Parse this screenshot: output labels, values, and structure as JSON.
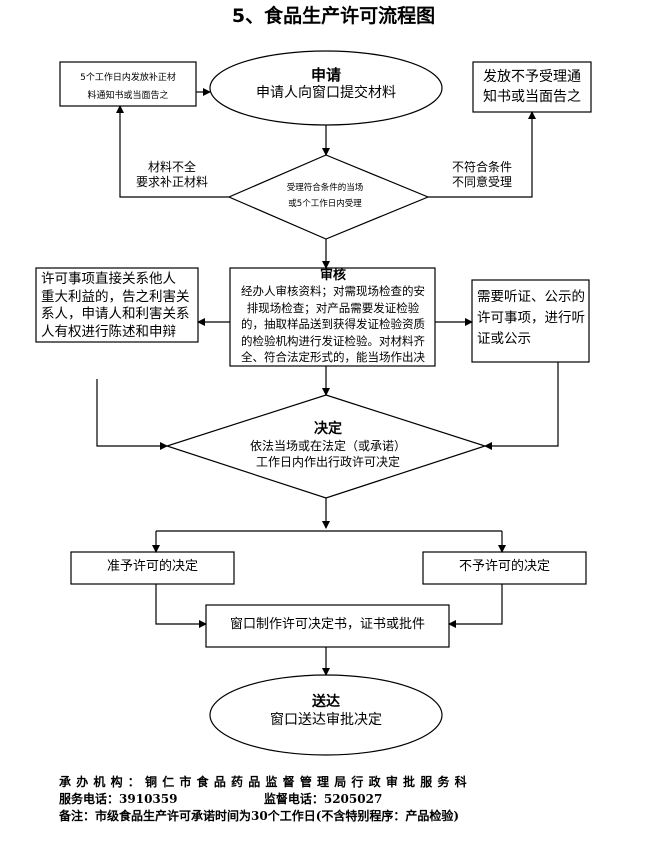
{
  "title": "5、食品生产许可流程图",
  "nodes": {
    "apply": {
      "heading": "申请",
      "text": "申请人向窗口提交材料"
    },
    "supplement_notice": {
      "lines": [
        "5个工作日内发放补正材",
        "料通知书或当面告之"
      ]
    },
    "reject_notice": {
      "lines": [
        "发放不予受理通",
        "知书或当面告之"
      ]
    },
    "accept": {
      "lines": [
        "受理符合条件的当场",
        "或5个工作日内受理"
      ]
    },
    "review": {
      "heading": "审核",
      "lines": [
        "经办人审核资料；对需现场检查的安",
        "排现场检查；对产品需要发证检验",
        "的，抽取样品送到获得发证检验资质",
        "的检验机构进行发证检验。对材料齐",
        "全、符合法定形式的，能当场作出决"
      ]
    },
    "notify_interested": {
      "lines": [
        "许可事项直接关系他人",
        "重大利益的，告之利害关",
        "系人，申请人和利害关系",
        "人有权进行陈述和申辩"
      ]
    },
    "hearing": {
      "lines": [
        "需要听证、公示的",
        "许可事项，进行听",
        "证或公示"
      ]
    },
    "decision": {
      "heading": "决定",
      "lines": [
        "依法当场或在法定（或承诺）",
        "工作日内作出行政许可决定"
      ]
    },
    "grant": {
      "text": "准予许可的决定"
    },
    "deny": {
      "text": "不予许可的决定"
    },
    "produce": {
      "text": "窗口制作许可决定书，证书或批件"
    },
    "deliver": {
      "heading": "送达",
      "text": "窗口送达审批决定"
    }
  },
  "edge_labels": {
    "incomplete": [
      "材料不全",
      "要求补正材料"
    ],
    "not_qualified": [
      "不符合条件",
      "不同意受理"
    ]
  },
  "footer": {
    "agency_label": "承办机构：",
    "agency": "铜仁市食品药品监督管理局行政审批服务科",
    "service_phone_label": "服务电话：",
    "service_phone": "3910359",
    "supervision_phone_label": "监督电话：",
    "supervision_phone": "5205027",
    "note": "备注：市级食品生产许可承诺时间为30个工作日(不含特别程序：产品检验)"
  }
}
